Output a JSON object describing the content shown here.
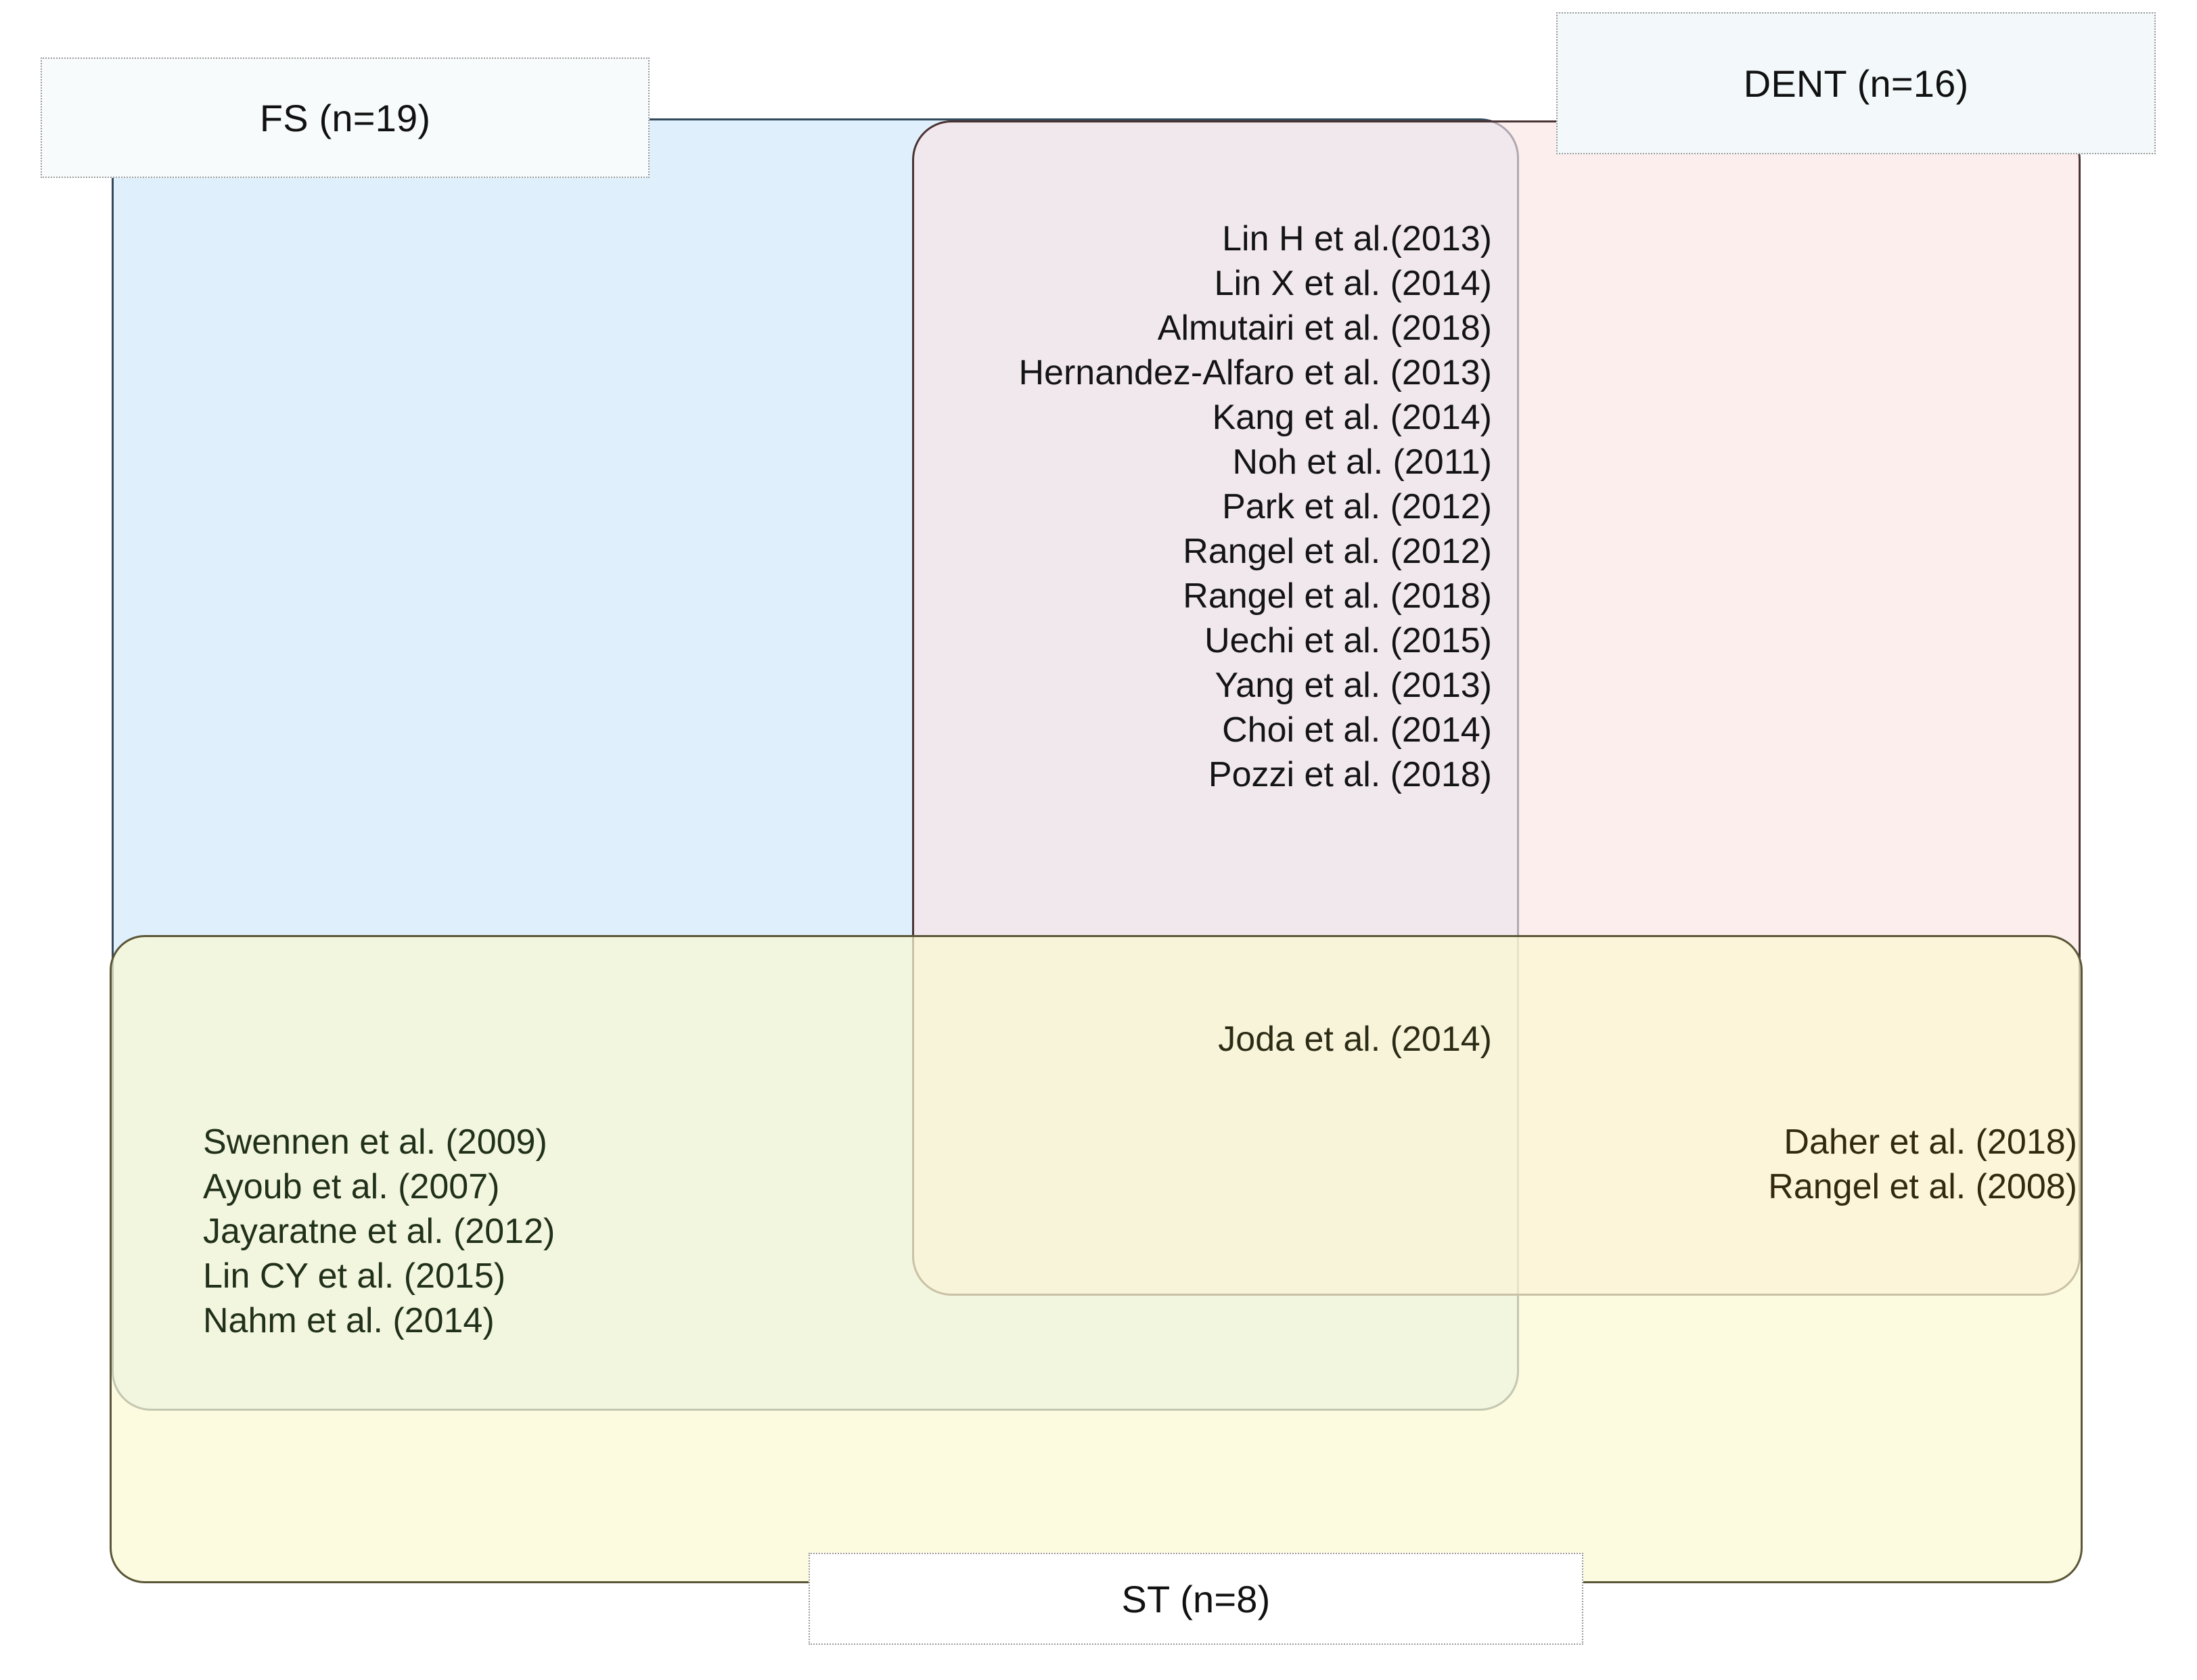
{
  "diagram": {
    "type": "venn",
    "sets": [
      {
        "key": "fs",
        "label": "FS (n=19)",
        "count": 19,
        "fill": "#d7ecfb"
      },
      {
        "key": "dent",
        "label": "DENT (n=16)",
        "count": 16,
        "fill": "#fbe4e4"
      },
      {
        "key": "st",
        "label": "ST (n=8)",
        "count": 8,
        "fill": "#fbf8d2"
      }
    ],
    "overlap_colors": {
      "fs_dent": "#dcdeeb",
      "fs_st": "#dce9d4",
      "dent_st": "#fae6bc",
      "fs_dent_st": "#e2e2c3"
    }
  },
  "regions": {
    "fs_dent": {
      "name": "FS and DENT",
      "items": [
        "Lin H et al.(2013)",
        "Lin X et al. (2014)",
        "Almutairi et al. (2018)",
        "Hernandez-Alfaro et al. (2013)",
        "Kang et al. (2014)",
        "Noh et al. (2011)",
        "Park et al. (2012)",
        "Rangel et al. (2012)",
        "Rangel et al. (2018)",
        "Uechi et al. (2015)",
        "Yang et al. (2013)",
        "Choi et al. (2014)",
        "Pozzi et al. (2018)"
      ]
    },
    "fs_dent_st": {
      "name": "FS and DENT and ST",
      "items": [
        "Joda et al. (2014)"
      ]
    },
    "fs_st": {
      "name": "FS and ST",
      "items": [
        "Swennen et al. (2009)",
        "Ayoub et al. (2007)",
        "Jayaratne et al. (2012)",
        "Lin CY et al. (2015)",
        "Nahm et al. (2014)"
      ]
    },
    "dent_st": {
      "name": "DENT and ST",
      "items": [
        "Daher et al. (2018)",
        "Rangel et al. (2008)"
      ]
    }
  }
}
